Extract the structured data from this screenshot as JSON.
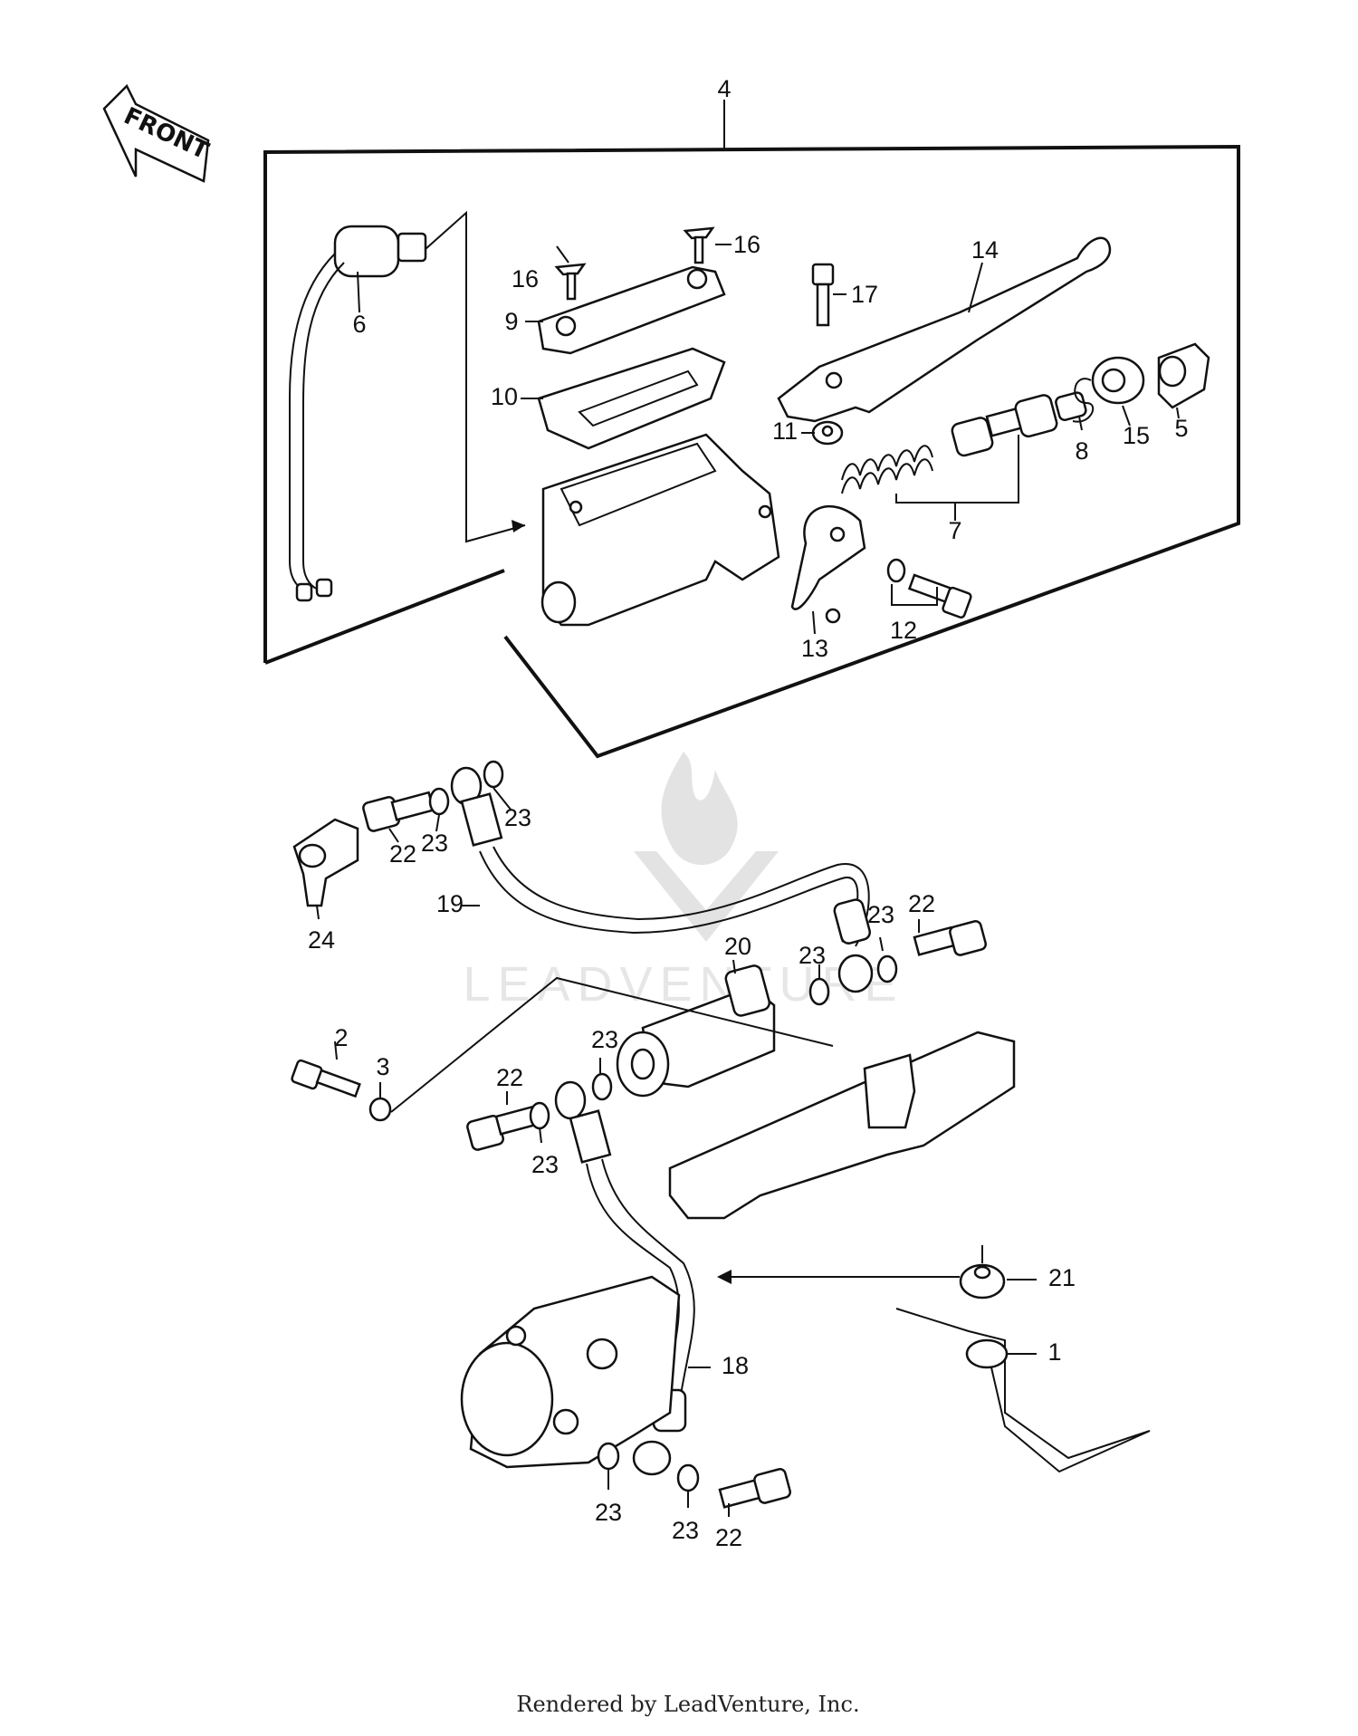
{
  "front_arrow": {
    "label": "FRONT"
  },
  "watermark": {
    "text": "LEADVENTURE"
  },
  "footer": {
    "text": "Rendered by LeadVenture, Inc."
  },
  "callouts": [
    {
      "id": "c-4",
      "text": "4"
    },
    {
      "id": "c-6",
      "text": "6"
    },
    {
      "id": "c-16a",
      "text": "16"
    },
    {
      "id": "c-16b",
      "text": "16"
    },
    {
      "id": "c-9",
      "text": "9"
    },
    {
      "id": "c-10",
      "text": "10"
    },
    {
      "id": "c-17",
      "text": "17"
    },
    {
      "id": "c-14",
      "text": "14"
    },
    {
      "id": "c-11",
      "text": "11"
    },
    {
      "id": "c-8",
      "text": "8"
    },
    {
      "id": "c-15",
      "text": "15"
    },
    {
      "id": "c-5",
      "text": "5"
    },
    {
      "id": "c-7",
      "text": "7"
    },
    {
      "id": "c-12",
      "text": "12"
    },
    {
      "id": "c-13",
      "text": "13"
    },
    {
      "id": "c-23a",
      "text": "23"
    },
    {
      "id": "c-23b",
      "text": "23"
    },
    {
      "id": "c-22a",
      "text": "22"
    },
    {
      "id": "c-24",
      "text": "24"
    },
    {
      "id": "c-19",
      "text": "19"
    },
    {
      "id": "c-23c",
      "text": "23"
    },
    {
      "id": "c-22b",
      "text": "22"
    },
    {
      "id": "c-20",
      "text": "20"
    },
    {
      "id": "c-23d",
      "text": "23"
    },
    {
      "id": "c-23e",
      "text": "23"
    },
    {
      "id": "c-2",
      "text": "2"
    },
    {
      "id": "c-3",
      "text": "3"
    },
    {
      "id": "c-22c",
      "text": "22"
    },
    {
      "id": "c-23f",
      "text": "23"
    },
    {
      "id": "c-21",
      "text": "21"
    },
    {
      "id": "c-1",
      "text": "1"
    },
    {
      "id": "c-18",
      "text": "18"
    },
    {
      "id": "c-23g",
      "text": "23"
    },
    {
      "id": "c-23h",
      "text": "23"
    },
    {
      "id": "c-22d",
      "text": "22"
    }
  ]
}
